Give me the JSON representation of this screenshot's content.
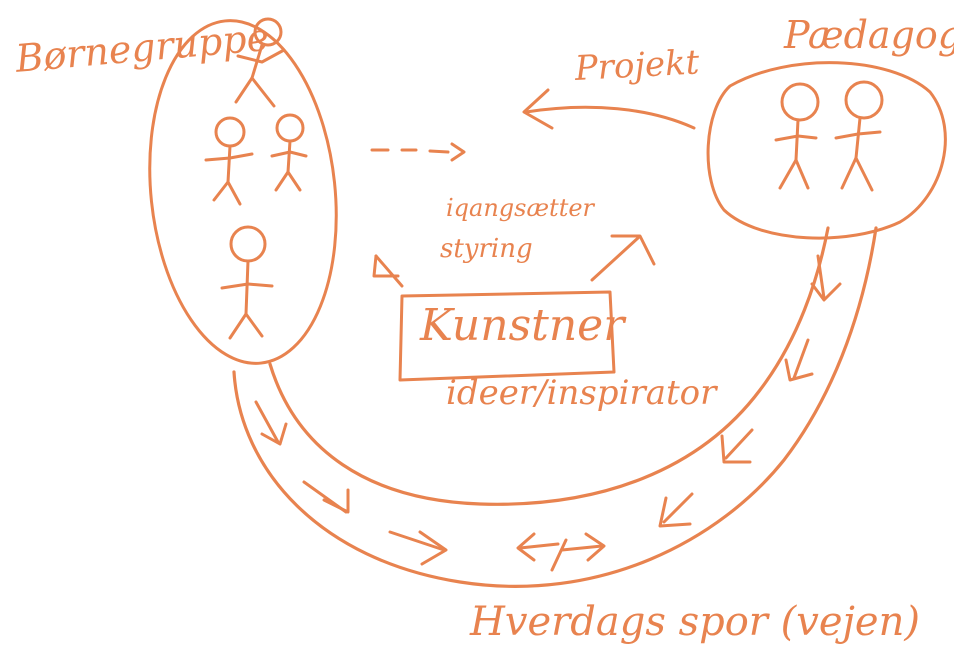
{
  "diagram": {
    "ink_color": "#e8834f",
    "labels": {
      "children_group": "Børnegruppe",
      "teachers": "Pædagoger",
      "project": "Projekt",
      "initiates": "iqangsætter",
      "steering": "styring",
      "artist": "Kunstner",
      "ideas": "ideer/inspirator",
      "everyday_track": "Hverdags spor (vejen)"
    }
  }
}
